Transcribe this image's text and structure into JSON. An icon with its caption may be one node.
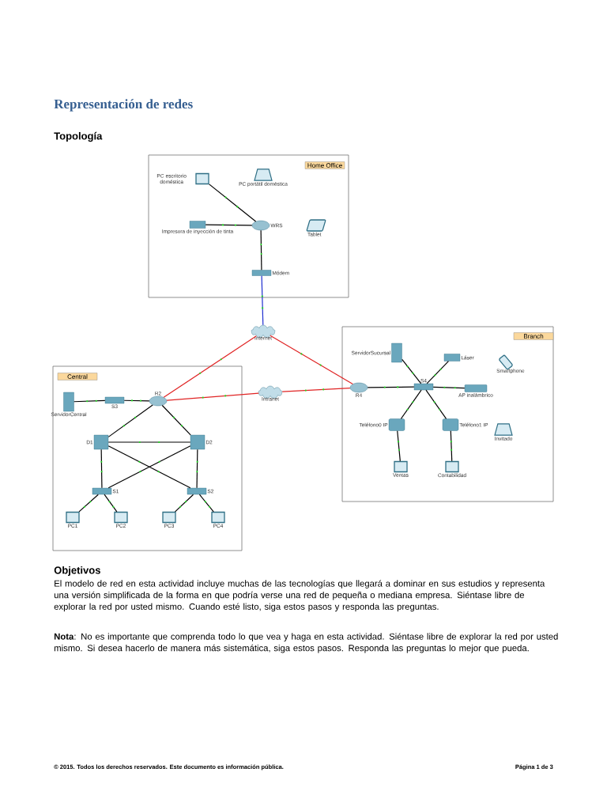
{
  "diagram": {
    "title": "Representación de redes",
    "nodes": [
      {
        "text": [
          "Home Office"
        ]
      },
      {
        "text": [
          "PC escritorio doméstica"
        ],
        "in": 0
      },
      {
        "text": [
          "PC portátil doméstica"
        ],
        "in": 0
      },
      {
        "text": [
          "Impresora de inyección de tinta"
        ],
        "in": 0
      },
      {
        "text": [
          "WRS"
        ],
        "in": 0
      },
      {
        "text": [
          "Tablet"
        ],
        "in": 0
      },
      {
        "text": [
          "Módem"
        ],
        "in": 0
      },
      {
        "text": [
          "Internet"
        ]
      },
      {
        "text": [
          "Branch"
        ]
      },
      {
        "text": [
          "ServidorSucursal"
        ],
        "in": 8
      },
      {
        "text": [
          "Láser"
        ],
        "in": 8
      },
      {
        "text": [
          "Smartphone"
        ],
        "in": 8
      },
      {
        "text": [
          "Central"
        ]
      },
      {
        "text": [
          "ServidorCentral"
        ],
        "in": 12
      },
      {
        "text": [
          "S3"
        ],
        "in": 12
      },
      {
        "text": [
          "R2"
        ],
        "in": 12
      },
      {
        "text": [
          "Intranet"
        ]
      },
      {
        "text": [
          "R4"
        ],
        "in": 8
      },
      {
        "text": [
          "S4"
        ],
        "in": 8
      },
      {
        "text": [
          "AP inalámbrico"
        ],
        "in": 8
      },
      {
        "text": [
          "Teléfono0 IP"
        ],
        "in": 8
      },
      {
        "text": [
          "Teléfono1 IP"
        ],
        "in": 8
      },
      {
        "text": [
          "Invitado"
        ],
        "in": 8
      },
      {
        "text": [
          "D1"
        ],
        "in": 12
      },
      {
        "text": [
          "D2"
        ],
        "in": 12
      },
      {
        "text": [
          "Ventas"
        ],
        "in": 8
      },
      {
        "text": [
          "Contabilidad"
        ],
        "in": 8
      },
      {
        "text": [
          "S1"
        ],
        "in": 12
      },
      {
        "text": [
          "S2"
        ],
        "in": 12
      },
      {
        "text": [
          "PC1"
        ],
        "in": 12
      },
      {
        "text": [
          "PC2"
        ],
        "in": 12
      },
      {
        "text": [
          "PC3"
        ],
        "in": 12
      },
      {
        "text": [
          "PC4"
        ],
        "in": 12
      }
    ],
    "edges": [
      {
        "from": 1,
        "to": 4,
        "arrow": "none"
      },
      {
        "from": 3,
        "to": 4,
        "arrow": "none"
      },
      {
        "from": 4,
        "to": 6,
        "arrow": "none"
      },
      {
        "from": 6,
        "to": 7,
        "arrow": "none",
        "color": "#1f2fd0"
      },
      {
        "from": 7,
        "to": 15,
        "arrow": "none",
        "color": "#e02424"
      },
      {
        "from": 7,
        "to": 17,
        "arrow": "none",
        "color": "#e02424"
      },
      {
        "from": 15,
        "to": 16,
        "arrow": "none",
        "color": "#e02424"
      },
      {
        "from": 16,
        "to": 17,
        "arrow": "none",
        "color": "#e02424"
      },
      {
        "from": 13,
        "to": 14,
        "arrow": "none"
      },
      {
        "from": 14,
        "to": 15,
        "arrow": "none"
      },
      {
        "from": 15,
        "to": 23,
        "arrow": "none"
      },
      {
        "from": 15,
        "to": 24,
        "arrow": "none"
      },
      {
        "from": 23,
        "to": 24,
        "arrow": "none"
      },
      {
        "from": 23,
        "to": 27,
        "arrow": "none"
      },
      {
        "from": 23,
        "to": 28,
        "arrow": "none"
      },
      {
        "from": 24,
        "to": 27,
        "arrow": "none"
      },
      {
        "from": 24,
        "to": 28,
        "arrow": "none"
      },
      {
        "from": 27,
        "to": 29,
        "arrow": "none"
      },
      {
        "from": 27,
        "to": 30,
        "arrow": "none"
      },
      {
        "from": 28,
        "to": 31,
        "arrow": "none"
      },
      {
        "from": 28,
        "to": 32,
        "arrow": "none"
      },
      {
        "from": 17,
        "to": 18,
        "arrow": "none"
      },
      {
        "from": 9,
        "to": 18,
        "arrow": "none"
      },
      {
        "from": 10,
        "to": 18,
        "arrow": "none"
      },
      {
        "from": 18,
        "to": 19,
        "arrow": "none"
      },
      {
        "from": 18,
        "to": 20,
        "arrow": "none"
      },
      {
        "from": 18,
        "to": 21,
        "arrow": "none"
      },
      {
        "from": 20,
        "to": 25,
        "arrow": "none"
      },
      {
        "from": 21,
        "to": 26,
        "arrow": "none"
      }
    ],
    "labels": [
      "Topología",
      "Objetivos",
      "El modelo de red en esta actividad incluye muchas de las tecnologías que llegará a dominar en sus estudios y representa una versión simplificada de la forma en que podría verse una red de pequeña o mediana empresa. Siéntase libre de explorar la red por usted mismo. Cuando esté listo, siga estos pasos y responda las preguntas.",
      "**Nota**: No es importante que comprenda todo lo que vea y haga en esta actividad. Siéntase libre de explorar la red por usted mismo. Si desea hacerlo de manera más sistemática, siga estos pasos. Responda las preguntas lo mejor que pueda.",
      "© 2015. Todos los derechos reservados. Este documento es información pública.",
      "Página 1 de 3"
    ]
  }
}
